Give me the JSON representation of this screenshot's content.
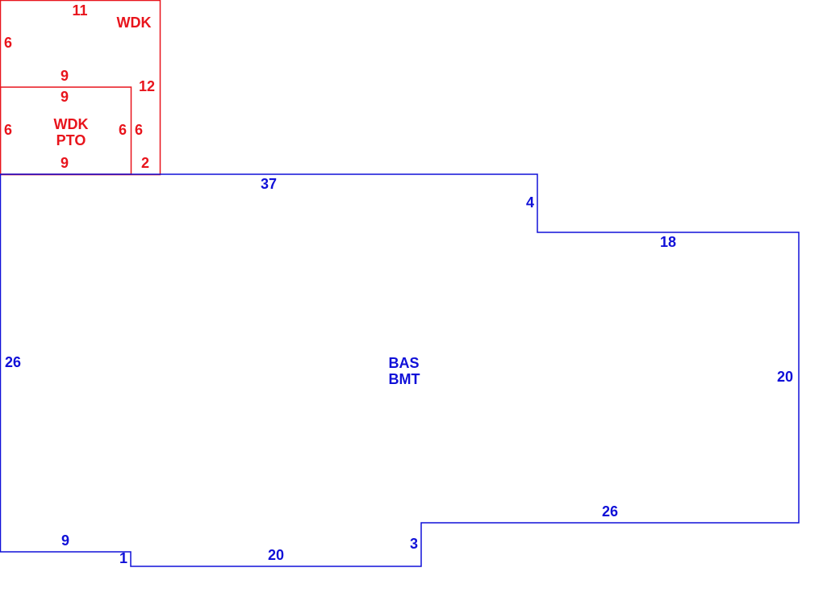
{
  "colors": {
    "deck": "#e8141c",
    "base": "#1010d8"
  },
  "areas": {
    "wdk": {
      "name": "WDK",
      "dims": {
        "top": "11",
        "left": "6",
        "bottom": "9",
        "right": "12",
        "right_lower": "6",
        "right_bottom": "2"
      }
    },
    "wdk_pto": {
      "name_line1": "WDK",
      "name_line2": "PTO",
      "dims": {
        "top": "9",
        "left": "6",
        "right": "6",
        "bottom": "9"
      }
    },
    "bas_bmt": {
      "name_line1": "BAS",
      "name_line2": "BMT",
      "dims": {
        "top": "37",
        "step_down": "4",
        "upper_right": "18",
        "right": "20",
        "lower_right": "26",
        "step": "3",
        "bottom": "20",
        "jog": "1",
        "bottom_left": "9",
        "left": "26"
      }
    }
  }
}
